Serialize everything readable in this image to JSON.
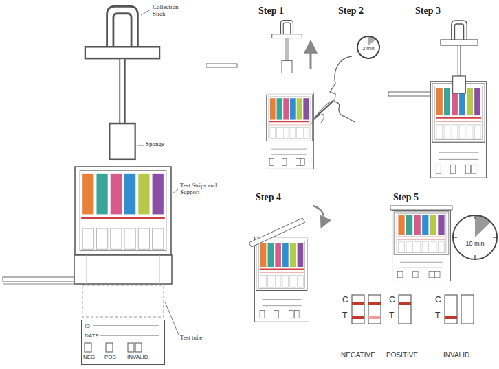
{
  "diagram": {
    "nodes": [
      {
        "text": [
          "2 min"
        ]
      },
      {
        "text": [
          "10 min"
        ]
      },
      {
        "text": [
          "ID",
          "DATE",
          "NEG",
          "POS",
          "INVALID"
        ]
      }
    ],
    "labels": [
      "Collection Stick",
      "Sponge",
      "Test Strips and Support",
      "Test tube",
      "Step 1",
      "Step 2",
      "Step 3",
      "Step 4",
      "Step 5",
      "C",
      "T",
      "C",
      "T",
      "C",
      "T",
      "NEGATIVE",
      "POSITIVE",
      "INVALID"
    ]
  }
}
